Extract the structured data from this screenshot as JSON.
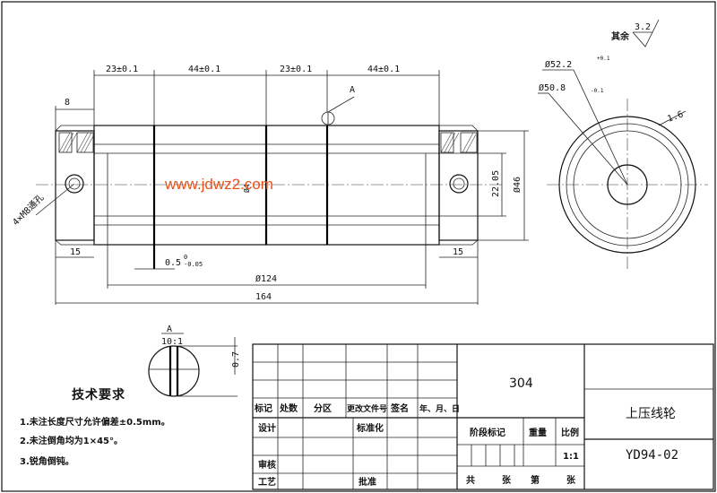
{
  "dimensions": {
    "top_chain": [
      "23±0.1",
      "44±0.1",
      "23±0.1",
      "44±0.1"
    ],
    "width_8": "8",
    "section_mark": "A",
    "hole_note": "4×M8通孔",
    "left_end": "15",
    "right_end": "15",
    "groove": "0.5",
    "groove_tol_upper": "0",
    "groove_tol_lower": "-0.05",
    "phi124": "Ø124",
    "overall": "164",
    "d22": "22.05",
    "d46": "Ø46",
    "phi_small": "Ø4"
  },
  "watermark": "www.jdwz2.com",
  "end_view": {
    "d_outer": "Ø52.2",
    "d_outer_tol": "+0.1",
    "d_inner": "Ø50.8",
    "d_inner_tol": "-0.1",
    "chamfer": "1.6"
  },
  "surface": {
    "label": "其余",
    "value": "3.2"
  },
  "detail": {
    "label": "A",
    "scale": "10:1",
    "dim": "0.7"
  },
  "tech": {
    "title": "技术要求",
    "notes": [
      "1.未注长度尺寸允许偏差±0.5mm。",
      "2.未注倒角均为1×45°。",
      "3.锐角倒钝。"
    ]
  },
  "title_block": {
    "headers": [
      "标记",
      "处数",
      "分区",
      "更改文件号",
      "签名",
      "年、月、日"
    ],
    "design": "设计",
    "standard": "标准化",
    "review": "审核",
    "craft": "工艺",
    "approve": "批准",
    "material": "304",
    "stage": "阶段标记",
    "weight": "重量",
    "ratio_label": "比例",
    "ratio": "1:1",
    "total": "共",
    "sheets": "张",
    "sheet_no": "第",
    "sheets2": "张",
    "part_name": "上压线轮",
    "part_code": "YD94-02"
  }
}
